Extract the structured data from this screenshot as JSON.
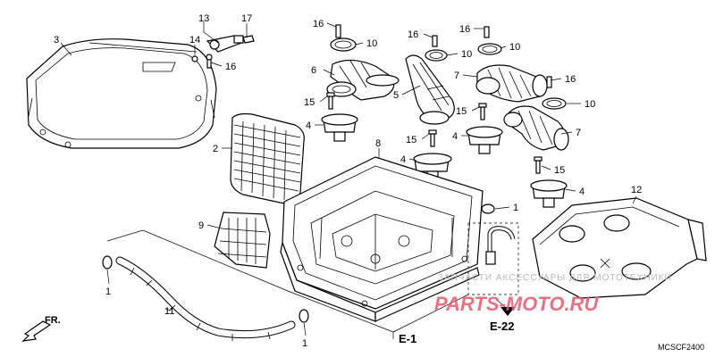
{
  "callouts": {
    "c1": "3",
    "c2": "13",
    "c3": "17",
    "c4": "14",
    "c5": "16",
    "c6": "16",
    "c7": "10",
    "c8": "16",
    "c9": "10",
    "c10": "16",
    "c11": "10",
    "c12": "6",
    "c13": "5",
    "c14": "7",
    "c15": "16",
    "c16": "15",
    "c17": "10",
    "c18": "4",
    "c19": "15",
    "c20": "7",
    "c21": "15",
    "c22": "4",
    "c23": "2",
    "c24": "8",
    "c25": "4",
    "c26": "15",
    "c27": "4",
    "c28": "12",
    "c29": "1",
    "c30": "9",
    "c31": "1",
    "c32": "11",
    "c33": "1"
  },
  "refs": {
    "e1": "E-1",
    "e22": "E-22"
  },
  "direction_label": "FR.",
  "diagram_code": "MCSCF2400",
  "watermark": {
    "line1": "ЗАПЧАСТИ АКСЕССУАРЫ ДЛЯ МОТОТЕХНИКИ",
    "line2": "PARTS-MOTO.RU"
  },
  "colors": {
    "ink": "#000000",
    "watermark_text": "#b8b8b8",
    "watermark_logo": "#e25a6e"
  },
  "icons": {
    "front_arrow": "arrow-down-left-icon"
  }
}
